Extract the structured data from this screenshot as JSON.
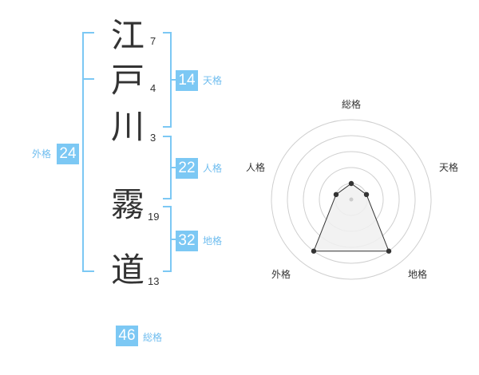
{
  "name": {
    "characters": [
      {
        "char": "江",
        "strokes": "7"
      },
      {
        "char": "戸",
        "strokes": "4"
      },
      {
        "char": "川",
        "strokes": "3"
      },
      {
        "char": "霧",
        "strokes": "19"
      },
      {
        "char": "道",
        "strokes": "13"
      }
    ]
  },
  "fortune": {
    "tenkaku": {
      "value": "14",
      "label": "天格"
    },
    "jinkaku": {
      "value": "22",
      "label": "人格"
    },
    "chikaku": {
      "value": "32",
      "label": "地格"
    },
    "gaikaku": {
      "value": "24",
      "label": "外格"
    },
    "soukaku": {
      "value": "46",
      "label": "総格"
    }
  },
  "chart_data": {
    "type": "radar",
    "axes": [
      "総格",
      "天格",
      "地格",
      "外格",
      "人格"
    ],
    "values": [
      1,
      1,
      4,
      4,
      1
    ],
    "rmax": 5,
    "grid_rings": 5,
    "colors": {
      "fill": "#f0f0f0",
      "stroke": "#333333",
      "grid": "#cfcfcf",
      "center": "#cccccc"
    }
  },
  "colors": {
    "accent": "#7cc8f4",
    "accent_text": "#6fbdef"
  }
}
